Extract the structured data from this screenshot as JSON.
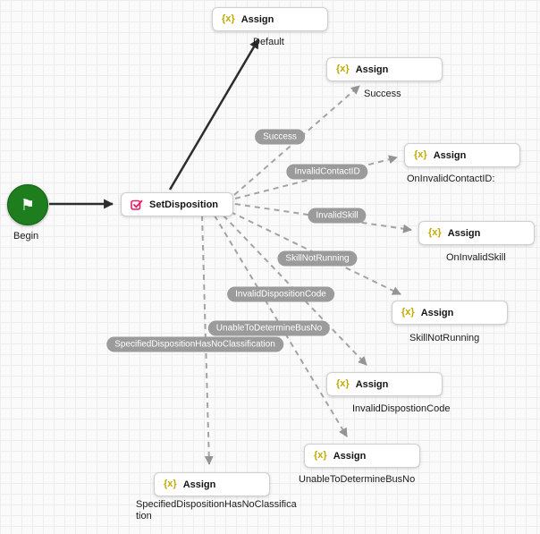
{
  "begin": {
    "label": "Begin",
    "icon": "flag"
  },
  "set_disposition": {
    "label": "SetDisposition",
    "icon": "checkbox-check"
  },
  "assign_icon": "{x}",
  "assign_nodes": [
    {
      "label": "Assign",
      "caption": "Default"
    },
    {
      "label": "Assign",
      "caption": "Success"
    },
    {
      "label": "Assign",
      "caption": "OnInvalidContactID:"
    },
    {
      "label": "Assign",
      "caption": "OnInvalidSkill"
    },
    {
      "label": "Assign",
      "caption": "SkillNotRunning"
    },
    {
      "label": "Assign",
      "caption": "InvalidDispostionCode"
    },
    {
      "label": "Assign",
      "caption": "UnableToDetermineBusNo"
    },
    {
      "label": "Assign",
      "caption": "SpecifiedDispositionHasNoClassification"
    }
  ],
  "edge_labels": [
    "Success",
    "InvalidContactID",
    "InvalidSkill",
    "SkillNotRunning",
    "InvalidDispositionCode",
    "UnableToDetermineBusNo",
    "SpecifiedDispositionHasNoClassification"
  ],
  "colors": {
    "begin_green": "#1e7e1e",
    "assign_icon_yellow": "#c2a800",
    "set_disposition_pink": "#e91e63",
    "edge_pill_gray": "#9b9b9b",
    "dashed_edge_gray": "#a3a3a3",
    "solid_edge_black": "#2d2d2d"
  }
}
